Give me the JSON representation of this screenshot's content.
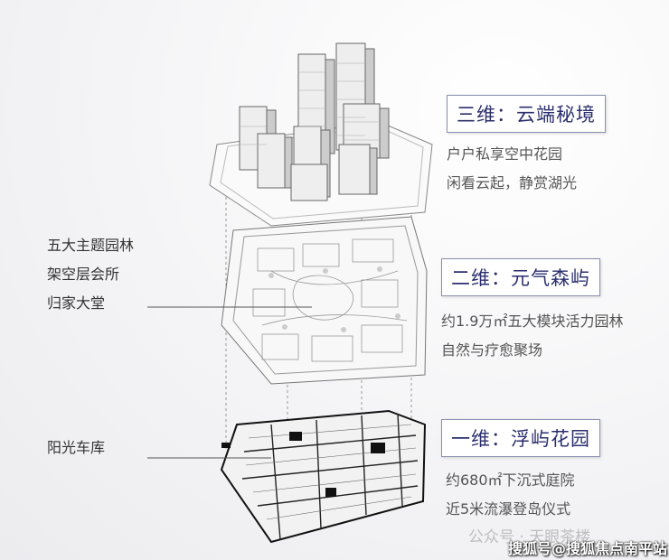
{
  "levels": [
    {
      "title": "三维：云端秘境",
      "lines": [
        "户户私享空中花园",
        "闲看云起，静赏湖光"
      ]
    },
    {
      "title": "二维：元气森屿",
      "lines": [
        "约1.9万㎡五大模块活力园林",
        "自然与疗愈聚场"
      ]
    },
    {
      "title": "一维：浮屿花园",
      "lines": [
        "约680㎡下沉式庭院",
        "近5米流瀑登岛仪式"
      ]
    }
  ],
  "left_labels": {
    "middle": [
      "五大主题园林",
      "架空层会所",
      "归家大堂"
    ],
    "bottom": [
      "阳光车库"
    ]
  },
  "watermark": {
    "account": "公众号 · 天眼茶楼",
    "source": "搜狐号@搜狐焦点南平站"
  }
}
